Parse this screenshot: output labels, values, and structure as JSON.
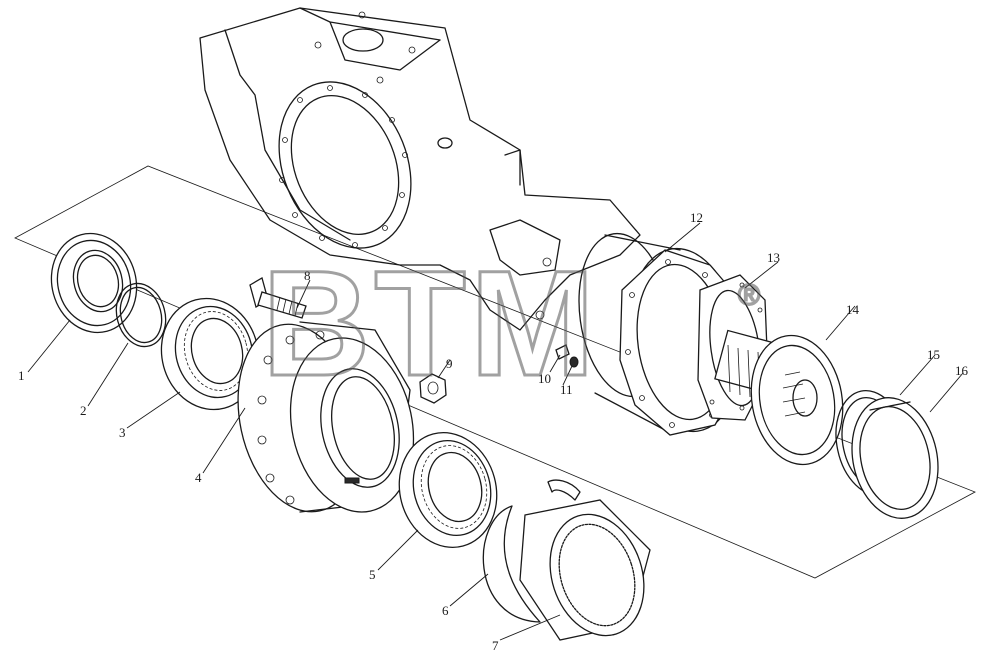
{
  "diagram": {
    "watermark": "BTM",
    "watermark_mark": "®",
    "callouts": [
      "1",
      "2",
      "3",
      "4",
      "5",
      "6",
      "7",
      "8",
      "9",
      "10",
      "11",
      "12",
      "13",
      "14",
      "15",
      "16"
    ]
  }
}
